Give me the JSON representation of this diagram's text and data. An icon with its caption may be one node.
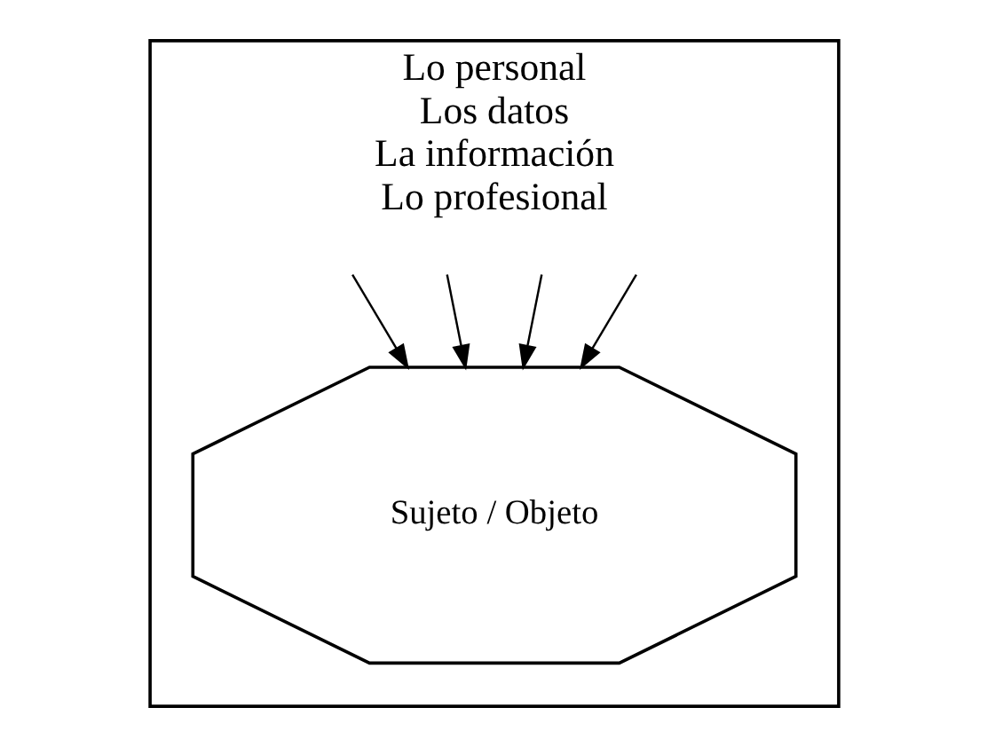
{
  "diagram": {
    "nodes": [
      {
        "text": [
          "Lo personal",
          "Los datos",
          "La información",
          "Lo profesional"
        ]
      },
      {
        "text": [
          "Sujeto / Objeto"
        ],
        "in": 0
      }
    ],
    "edges": [
      {
        "from": null,
        "to": 1,
        "arrow": "to"
      },
      {
        "from": null,
        "to": 1,
        "arrow": "to"
      },
      {
        "from": null,
        "to": 1,
        "arrow": "to"
      },
      {
        "from": null,
        "to": 1,
        "arrow": "to"
      }
    ]
  }
}
